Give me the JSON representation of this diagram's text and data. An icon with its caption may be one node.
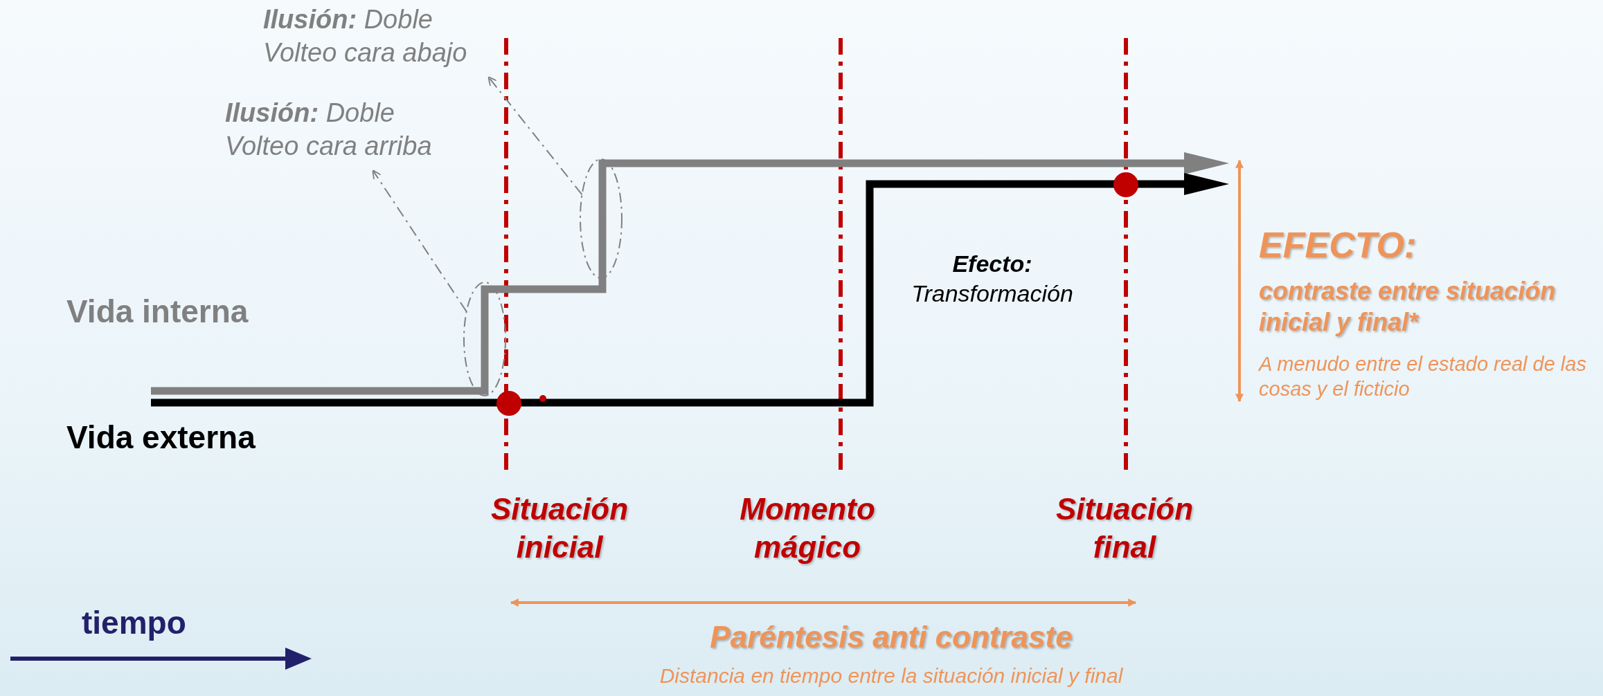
{
  "diagram": {
    "nodes": [
      {
        "text": [
          "**Ilusión:** Doble Volteo cara abajo"
        ]
      },
      {
        "text": [
          "**Ilusión:** Doble Volteo cara arriba"
        ]
      },
      {
        "text": [],
        "shape": "ellipse"
      },
      {
        "text": [],
        "shape": "ellipse"
      }
    ],
    "edges": [
      {
        "from": 2,
        "to": 0,
        "arrow": "to",
        "style": "dashed"
      },
      {
        "from": 3,
        "to": 1,
        "arrow": "to",
        "style": "dashed"
      }
    ],
    "labels": [
      "Vida interna",
      "Vida externa",
      "**Efecto:** Transformación",
      "EFECTO:",
      "contraste entre situación inicial y final*",
      "A menudo entre el estado real de las cosas y el ficticio",
      "Situación inicial",
      "Momento mágico",
      "Situación final",
      "tiempo",
      "Paréntesis anti contraste",
      "Distancia en tiempo entre la situación inicial y final"
    ]
  }
}
